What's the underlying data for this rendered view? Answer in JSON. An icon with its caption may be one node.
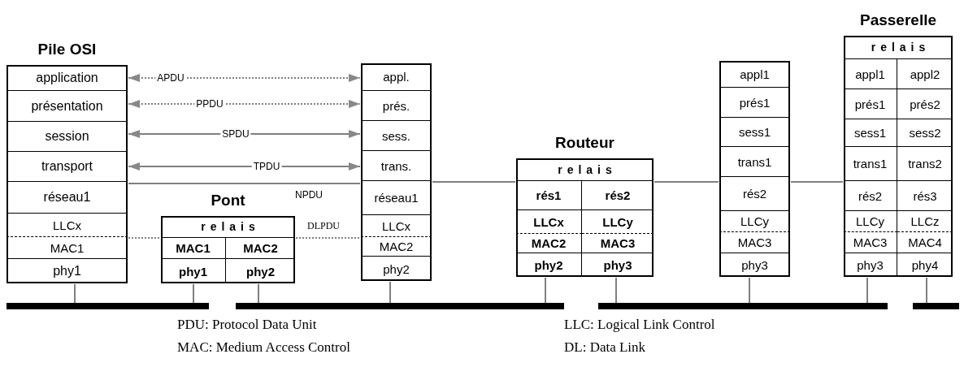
{
  "diagram": {
    "nodes": [
      {
        "text": [
          "Pile OSI"
        ]
      },
      {
        "text": [
          "application"
        ],
        "in": 0
      },
      {
        "text": [
          "présentation"
        ],
        "in": 0
      },
      {
        "text": [
          "session"
        ],
        "in": 0
      },
      {
        "text": [
          "transport"
        ],
        "in": 0
      },
      {
        "text": [
          "réseau1"
        ],
        "in": 0
      },
      {
        "text": [
          "LLCx"
        ],
        "in": 0
      },
      {
        "text": [
          "MAC1"
        ],
        "in": 0
      },
      {
        "text": [
          "phy1"
        ],
        "in": 0
      },
      {
        "text": [
          "Pont"
        ]
      },
      {
        "text": [
          "relais"
        ],
        "in": 9
      },
      {
        "text": [
          "MAC1"
        ],
        "in": 9
      },
      {
        "text": [
          "MAC2"
        ],
        "in": 9
      },
      {
        "text": [
          "phy1"
        ],
        "in": 9
      },
      {
        "text": [
          "phy2"
        ],
        "in": 9
      },
      {
        "text": [],
        "shape": "box"
      },
      {
        "text": [
          "appl."
        ],
        "in": 15
      },
      {
        "text": [
          "prés."
        ],
        "in": 15
      },
      {
        "text": [
          "sess."
        ],
        "in": 15
      },
      {
        "text": [
          "trans."
        ],
        "in": 15
      },
      {
        "text": [
          "réseau1"
        ],
        "in": 15
      },
      {
        "text": [
          "LLCx"
        ],
        "in": 15
      },
      {
        "text": [
          "MAC2"
        ],
        "in": 15
      },
      {
        "text": [
          "phy2"
        ],
        "in": 15
      },
      {
        "text": [
          "Routeur"
        ]
      },
      {
        "text": [
          "relais"
        ],
        "in": 24
      },
      {
        "text": [
          "rés1"
        ],
        "in": 24
      },
      {
        "text": [
          "rés2"
        ],
        "in": 24
      },
      {
        "text": [
          "LLCx"
        ],
        "in": 24
      },
      {
        "text": [
          "LLCy"
        ],
        "in": 24
      },
      {
        "text": [
          "MAC2"
        ],
        "in": 24
      },
      {
        "text": [
          "MAC3"
        ],
        "in": 24
      },
      {
        "text": [
          "phy2"
        ],
        "in": 24
      },
      {
        "text": [
          "phy3"
        ],
        "in": 24
      },
      {
        "text": [],
        "shape": "box"
      },
      {
        "text": [
          "appl1"
        ],
        "in": 34
      },
      {
        "text": [
          "prés1"
        ],
        "in": 34
      },
      {
        "text": [
          "sess1"
        ],
        "in": 34
      },
      {
        "text": [
          "trans1"
        ],
        "in": 34
      },
      {
        "text": [
          "rés2"
        ],
        "in": 34
      },
      {
        "text": [
          "LLCy"
        ],
        "in": 34
      },
      {
        "text": [
          "MAC3"
        ],
        "in": 34
      },
      {
        "text": [
          "phy3"
        ],
        "in": 34
      },
      {
        "text": [
          "Passerelle"
        ]
      },
      {
        "text": [
          "relais"
        ],
        "in": 43
      },
      {
        "text": [
          "appl1"
        ],
        "in": 43
      },
      {
        "text": [
          "appl2"
        ],
        "in": 43
      },
      {
        "text": [
          "prés1"
        ],
        "in": 43
      },
      {
        "text": [
          "prés2"
        ],
        "in": 43
      },
      {
        "text": [
          "sess1"
        ],
        "in": 43
      },
      {
        "text": [
          "sess2"
        ],
        "in": 43
      },
      {
        "text": [
          "trans1"
        ],
        "in": 43
      },
      {
        "text": [
          "trans2"
        ],
        "in": 43
      },
      {
        "text": [
          "rés2"
        ],
        "in": 43
      },
      {
        "text": [
          "rés3"
        ],
        "in": 43
      },
      {
        "text": [
          "LLCy"
        ],
        "in": 43
      },
      {
        "text": [
          "LLCz"
        ],
        "in": 43
      },
      {
        "text": [
          "MAC3"
        ],
        "in": 43
      },
      {
        "text": [
          "MAC4"
        ],
        "in": 43
      },
      {
        "text": [
          "phy3"
        ],
        "in": 43
      },
      {
        "text": [
          "phy4"
        ],
        "in": 43
      },
      {
        "text": [],
        "shape": "bar"
      },
      {
        "text": [],
        "shape": "bar"
      },
      {
        "text": [],
        "shape": "bar"
      },
      {
        "text": [],
        "shape": "bar"
      }
    ],
    "edges": [
      {
        "from": 1,
        "to": 16,
        "arrow": "both",
        "label": "APDU",
        "style": "dashed"
      },
      {
        "from": 2,
        "to": 17,
        "arrow": "both",
        "label": "PPDU",
        "style": "dashed"
      },
      {
        "from": 3,
        "to": 18,
        "arrow": "both",
        "label": "SPDU"
      },
      {
        "from": 4,
        "to": 19,
        "arrow": "both",
        "label": "TPDU"
      },
      {
        "from": 5,
        "to": 20,
        "arrow": "none",
        "label": "NPDU"
      },
      {
        "from": 20,
        "to": 26,
        "arrow": "none"
      },
      {
        "from": 27,
        "to": 39,
        "arrow": "none"
      },
      {
        "from": 39,
        "to": 53,
        "arrow": "none"
      },
      {
        "from": 7,
        "to": 11,
        "arrow": "none",
        "style": "dashed"
      },
      {
        "from": 12,
        "to": 22,
        "arrow": "none",
        "label": "DLPDU",
        "style": "dashed"
      },
      {
        "from": 8,
        "to": 61,
        "arrow": "none"
      },
      {
        "from": 13,
        "to": 61,
        "arrow": "none"
      },
      {
        "from": 14,
        "to": 62,
        "arrow": "none"
      },
      {
        "from": 23,
        "to": 62,
        "arrow": "none"
      },
      {
        "from": 32,
        "to": 62,
        "arrow": "none"
      },
      {
        "from": 33,
        "to": 63,
        "arrow": "none"
      },
      {
        "from": 42,
        "to": 63,
        "arrow": "none"
      },
      {
        "from": 59,
        "to": 63,
        "arrow": "none"
      },
      {
        "from": 60,
        "to": 64,
        "arrow": "none"
      }
    ],
    "labels": [
      "PDU: Protocol Data Unit",
      "LLC: Logical Link Control",
      "MAC: Medium Access Control",
      "DL: Data Link"
    ]
  }
}
